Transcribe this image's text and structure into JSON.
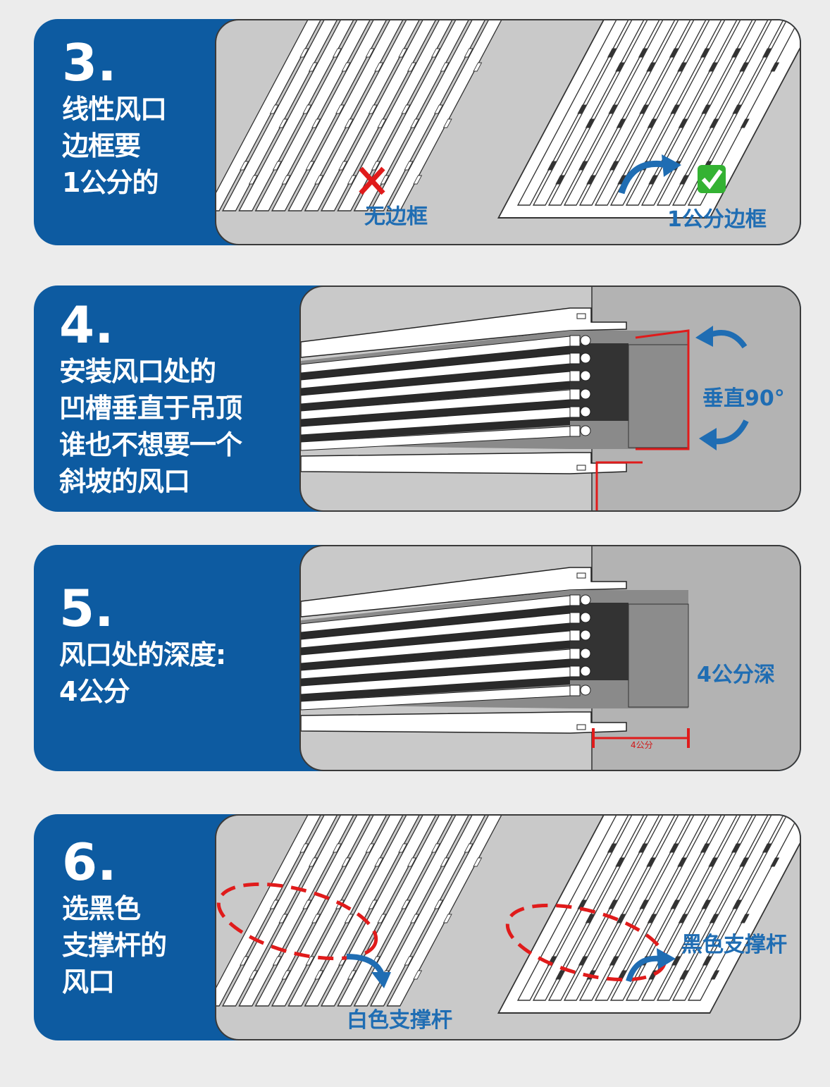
{
  "colors": {
    "blue": "#0d5ba1",
    "panel": "#c9c9c9",
    "accent_text": "#1f6db3",
    "red": "#e01b1b"
  },
  "sections": [
    {
      "number": "3.",
      "lines": [
        "线性风口",
        "边框要",
        "1公分的"
      ],
      "labels": {
        "bad": "无边框",
        "good": "1公分边框"
      },
      "icons": [
        "cross-icon",
        "check-icon"
      ]
    },
    {
      "number": "4.",
      "lines": [
        "安装风口处的",
        "凹槽垂直于吊顶",
        "谁也不想要一个",
        "斜坡的风口"
      ],
      "labels": {
        "angle": "垂直90°"
      }
    },
    {
      "number": "5.",
      "lines": [
        "风口处的深度:",
        "4公分"
      ],
      "labels": {
        "depth": "4公分深",
        "measure": "4公分"
      }
    },
    {
      "number": "6.",
      "lines": [
        "选黑色",
        "支撑杆的",
        "风口"
      ],
      "labels": {
        "white": "白色支撑杆",
        "black": "黑色支撑杆"
      }
    }
  ]
}
